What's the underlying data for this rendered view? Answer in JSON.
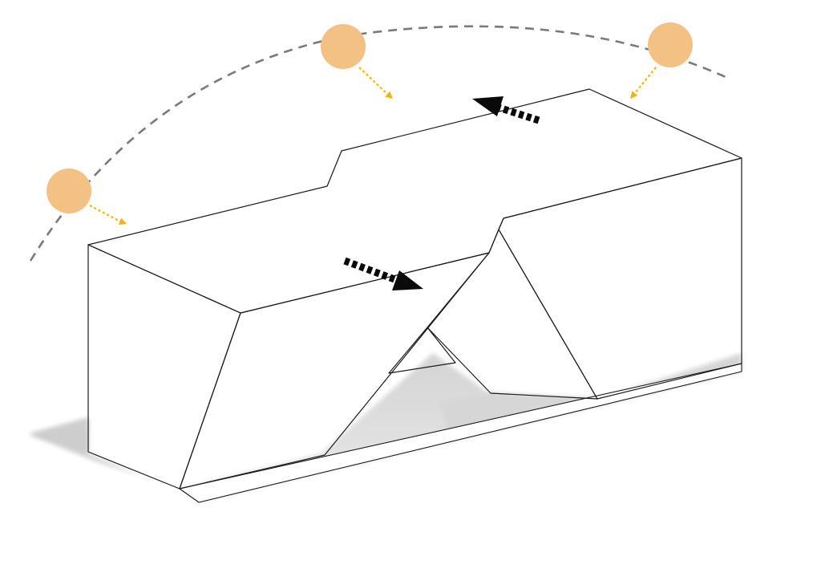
{
  "diagram": {
    "subject": "massing-with-sun-and-wind",
    "colors": {
      "sun": "#f3c184",
      "sun_ray": "#f2b400",
      "sun_path": "#7a7a7a",
      "wind_arrow": "#0a0a0a",
      "edge": "#1a1a1a",
      "shadow": "#d7d7d7"
    },
    "icons": {
      "sun": "sun-icon",
      "sun_ray": "arrow-icon",
      "wind": "wind-arrow-icon"
    },
    "sun_positions": [
      "morning",
      "noon",
      "afternoon"
    ],
    "wind_directions": [
      "inflow",
      "outflow"
    ]
  }
}
